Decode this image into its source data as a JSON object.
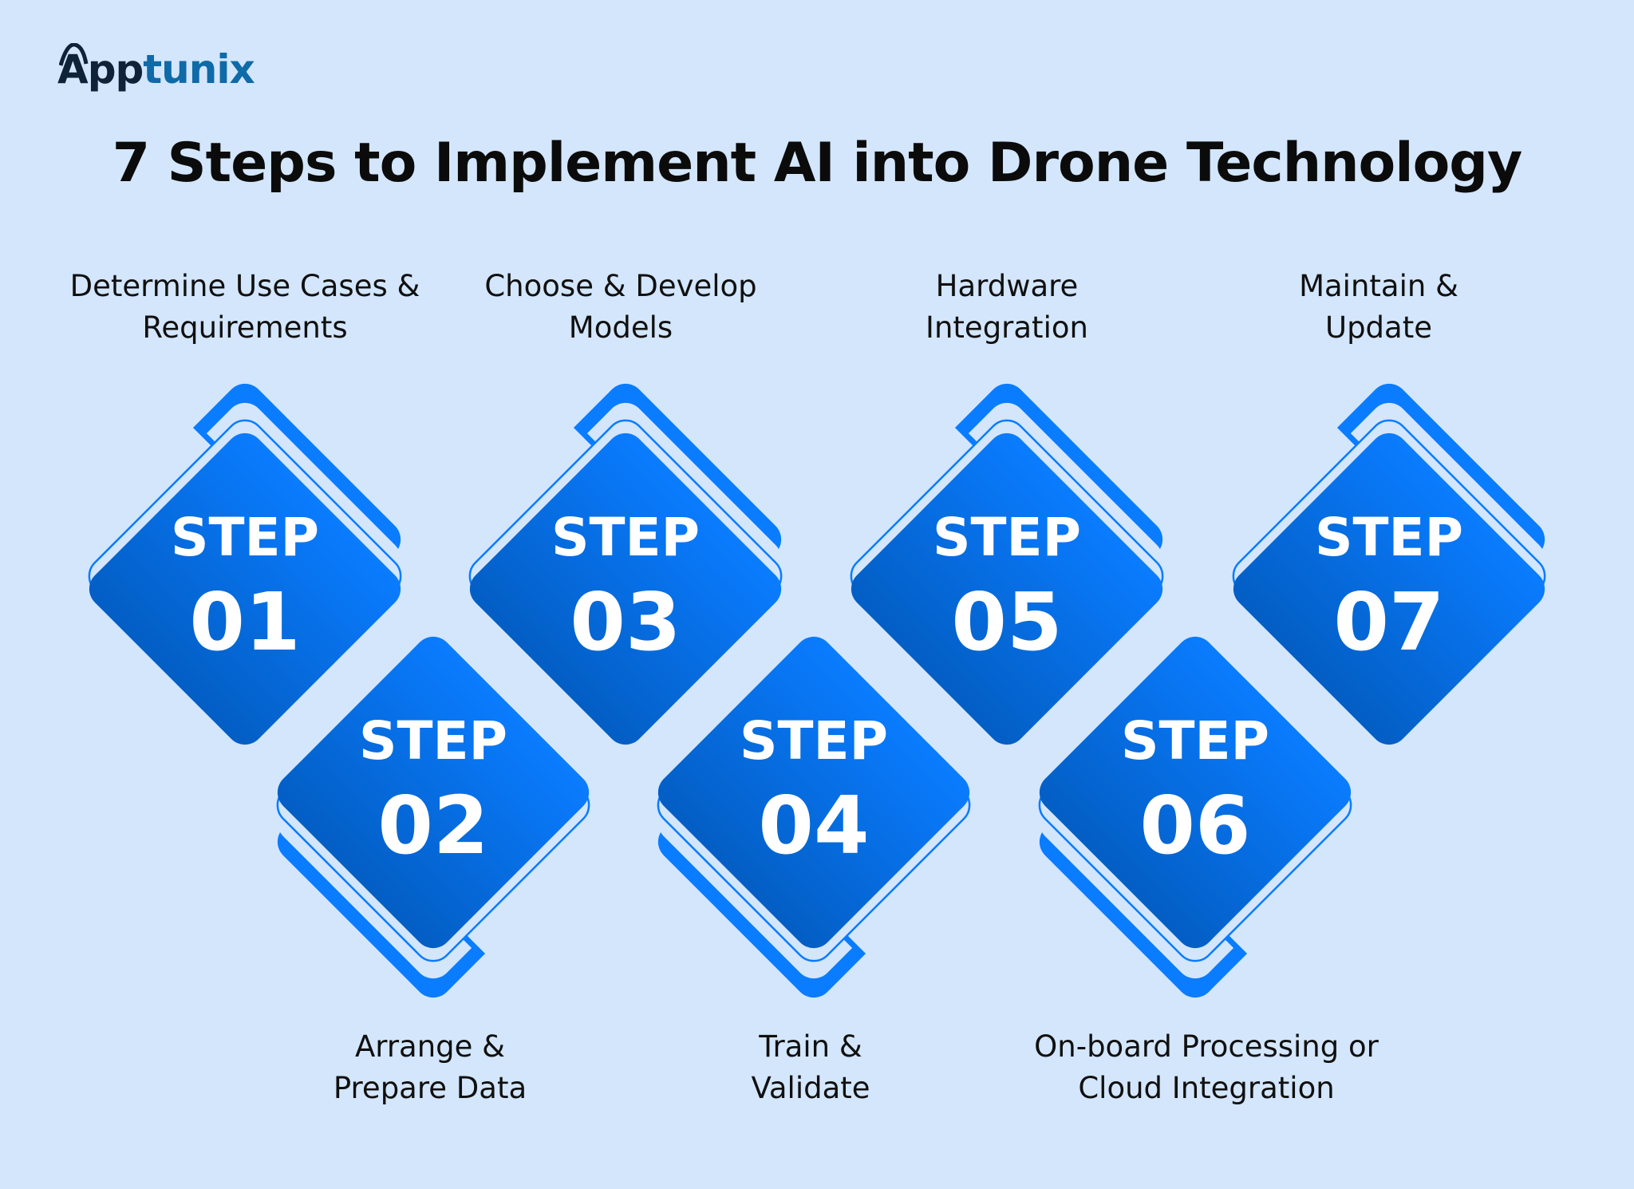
{
  "logo": {
    "part1": "App",
    "part2": "tunix"
  },
  "title": "7 Steps to Implement AI into Drone Technology",
  "colors": {
    "background": "#d3e6fc",
    "accent": "#0a7cff",
    "accent_dark": "#0360c8",
    "logo_dark": "#0e2238",
    "logo_blue": "#0f6aa8"
  },
  "steps": [
    {
      "word": "STEP",
      "number": "01",
      "label_lines": [
        "Determine Use Cases &",
        "Requirements"
      ]
    },
    {
      "word": "STEP",
      "number": "02",
      "label_lines": [
        "Arrange &",
        "Prepare Data"
      ]
    },
    {
      "word": "STEP",
      "number": "03",
      "label_lines": [
        "Choose & Develop",
        "Models"
      ]
    },
    {
      "word": "STEP",
      "number": "04",
      "label_lines": [
        "Train &",
        "Validate"
      ]
    },
    {
      "word": "STEP",
      "number": "05",
      "label_lines": [
        "Hardware",
        "Integration"
      ]
    },
    {
      "word": "STEP",
      "number": "06",
      "label_lines": [
        "On-board Processing or",
        "Cloud Integration"
      ]
    },
    {
      "word": "STEP",
      "number": "07",
      "label_lines": [
        "Maintain &",
        "Update"
      ]
    }
  ]
}
